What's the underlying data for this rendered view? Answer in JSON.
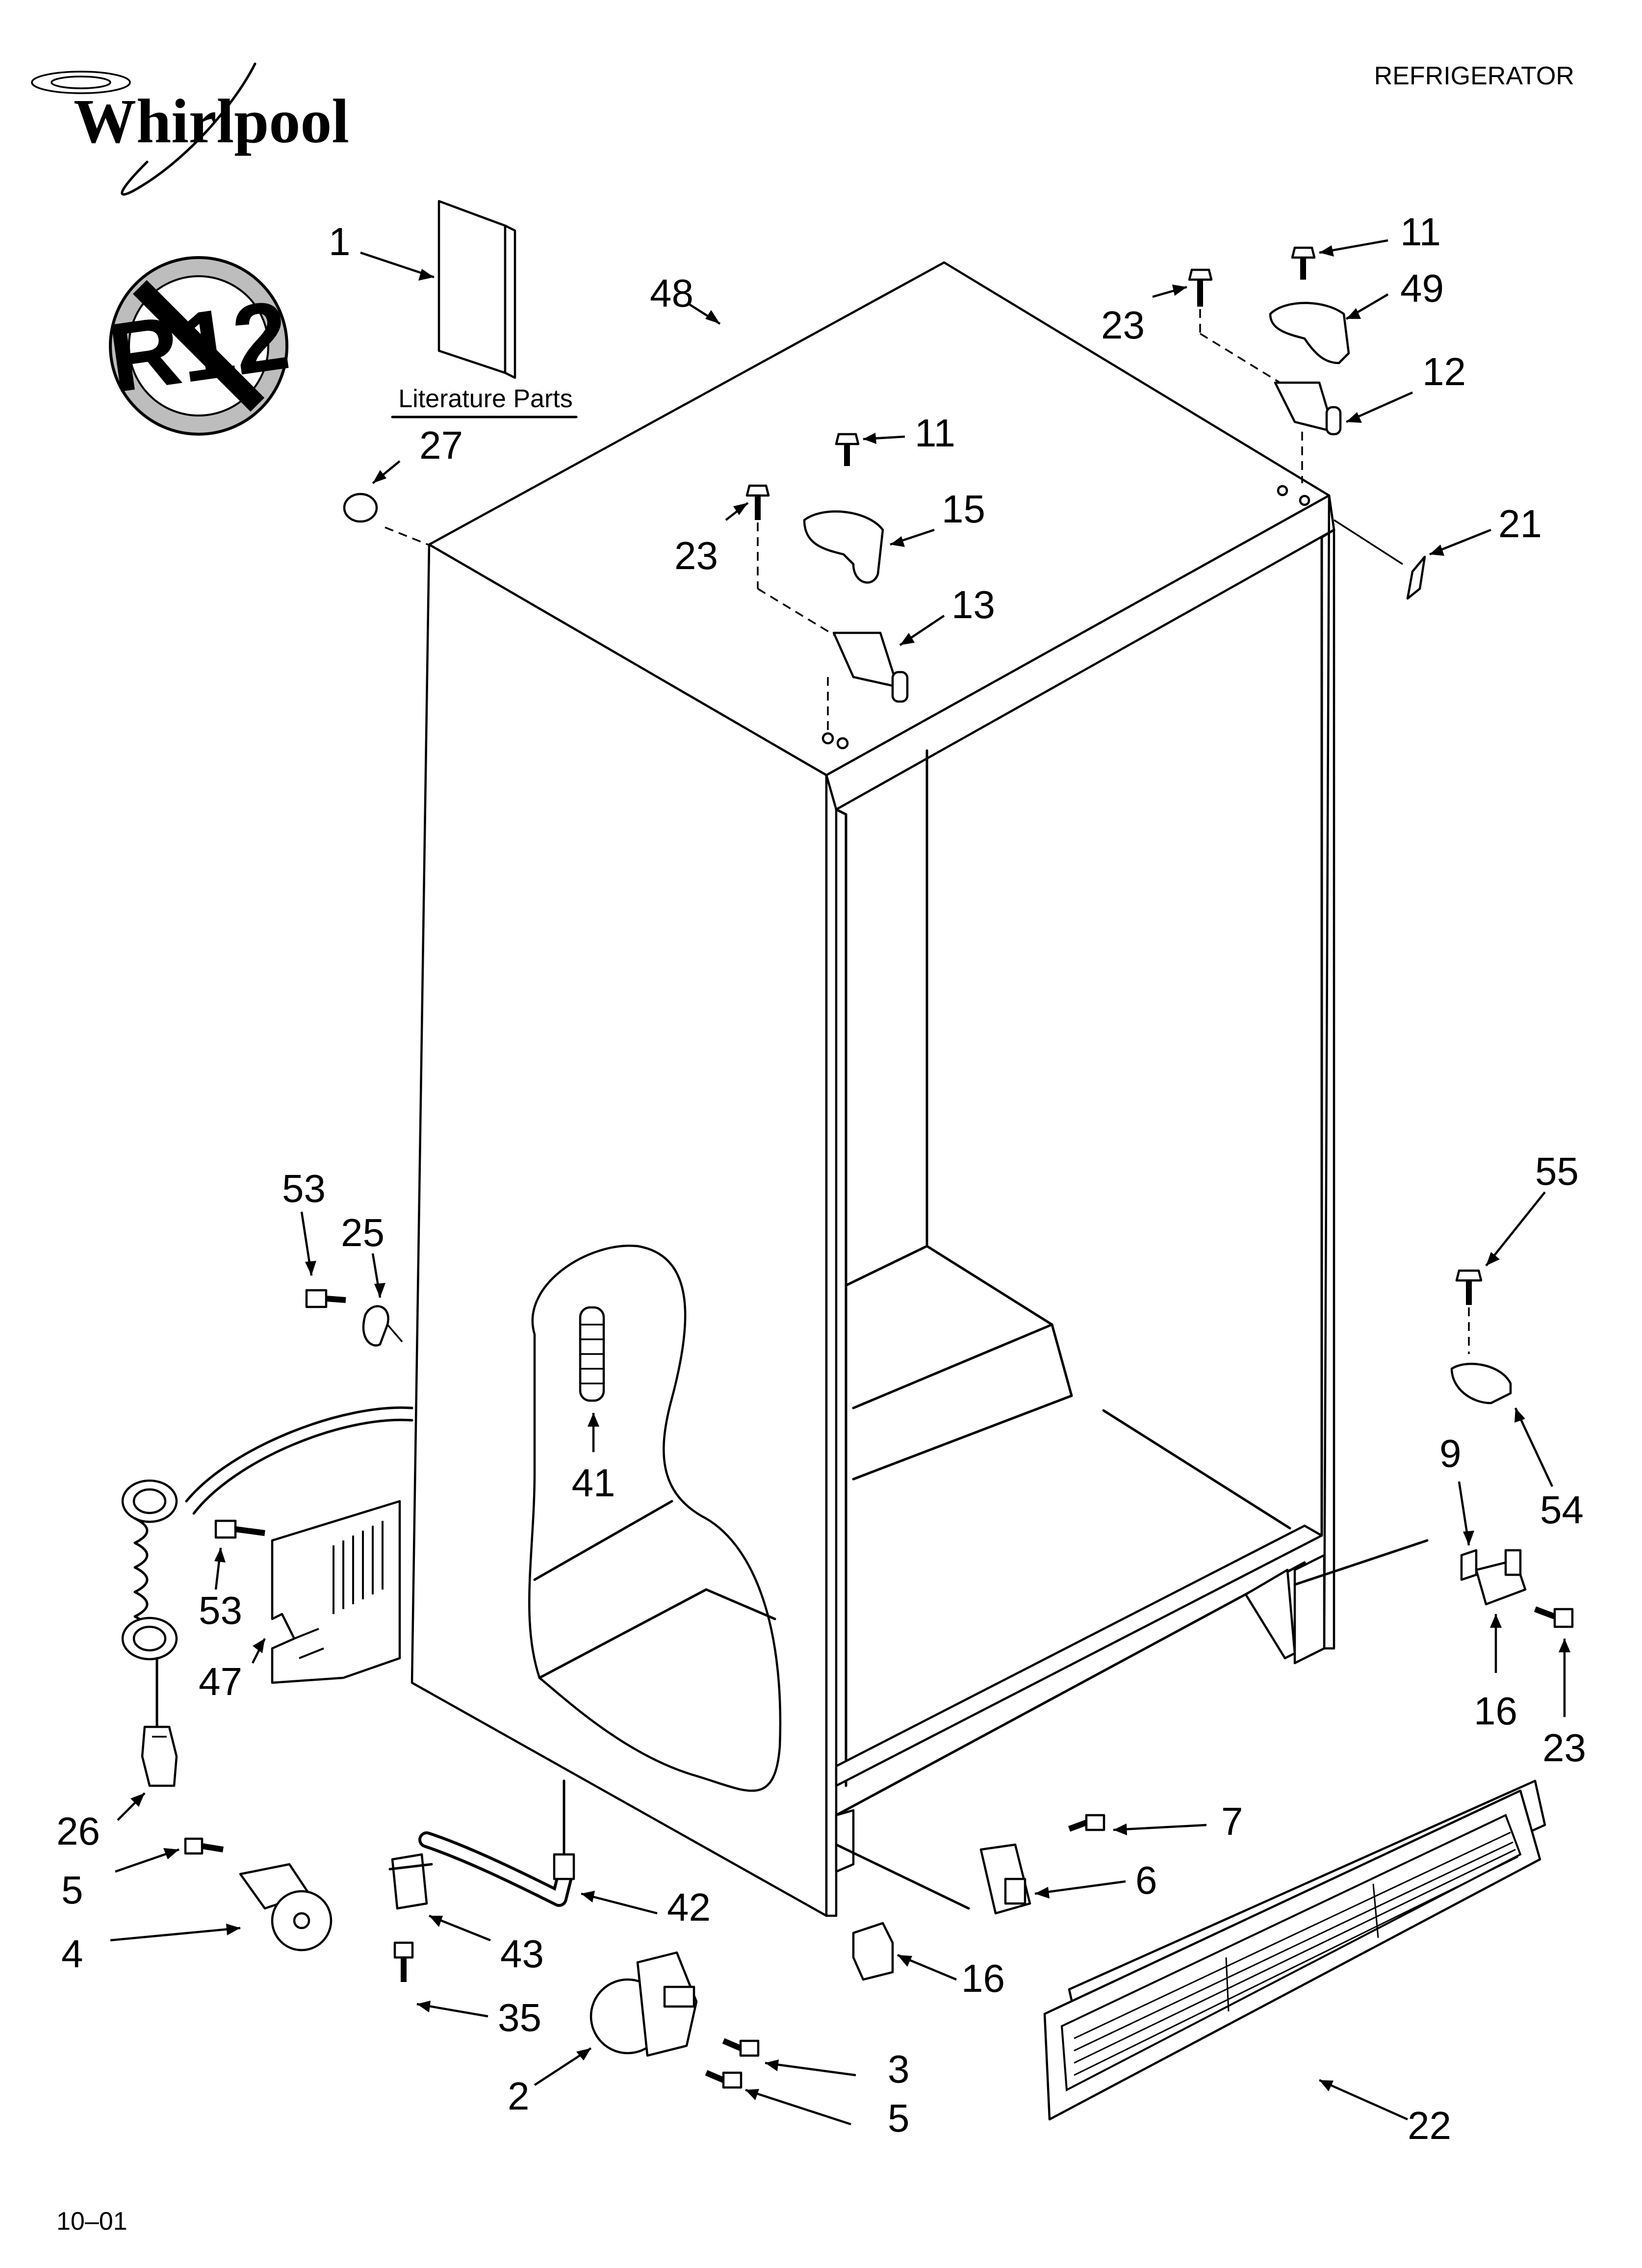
{
  "header": {
    "brand": "Whirlpool",
    "category": "REFRIGERATOR",
    "no_r12_badge": "R12"
  },
  "literature": {
    "label": "Literature Parts"
  },
  "footer": {
    "code": "10–01"
  },
  "callouts": [
    {
      "id": "c1",
      "label": "1"
    },
    {
      "id": "c48",
      "label": "48"
    },
    {
      "id": "c27",
      "label": "27"
    },
    {
      "id": "c11a",
      "label": "11"
    },
    {
      "id": "c23a",
      "label": "23"
    },
    {
      "id": "c15",
      "label": "15"
    },
    {
      "id": "c13",
      "label": "13"
    },
    {
      "id": "c11b",
      "label": "11"
    },
    {
      "id": "c23b",
      "label": "23"
    },
    {
      "id": "c49",
      "label": "49"
    },
    {
      "id": "c12",
      "label": "12"
    },
    {
      "id": "c21",
      "label": "21"
    },
    {
      "id": "c53a",
      "label": "53"
    },
    {
      "id": "c25",
      "label": "25"
    },
    {
      "id": "c41",
      "label": "41"
    },
    {
      "id": "c53b",
      "label": "53"
    },
    {
      "id": "c47",
      "label": "47"
    },
    {
      "id": "c26",
      "label": "26"
    },
    {
      "id": "c5a",
      "label": "5"
    },
    {
      "id": "c4",
      "label": "4"
    },
    {
      "id": "c42",
      "label": "42"
    },
    {
      "id": "c43",
      "label": "43"
    },
    {
      "id": "c35",
      "label": "35"
    },
    {
      "id": "c2",
      "label": "2"
    },
    {
      "id": "c3",
      "label": "3"
    },
    {
      "id": "c5b",
      "label": "5"
    },
    {
      "id": "c7",
      "label": "7"
    },
    {
      "id": "c6",
      "label": "6"
    },
    {
      "id": "c16a",
      "label": "16"
    },
    {
      "id": "c22",
      "label": "22"
    },
    {
      "id": "c55",
      "label": "55"
    },
    {
      "id": "c54",
      "label": "54"
    },
    {
      "id": "c9",
      "label": "9"
    },
    {
      "id": "c16b",
      "label": "16"
    },
    {
      "id": "c23c",
      "label": "23"
    }
  ]
}
